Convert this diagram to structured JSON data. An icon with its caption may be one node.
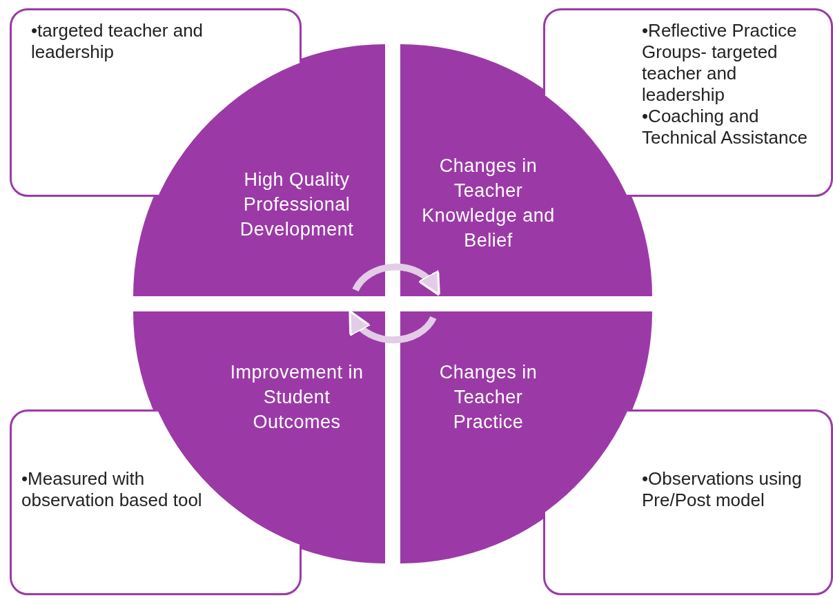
{
  "diagram": {
    "nodes": [
      {
        "text": [
          "•targeted teacher and leadership"
        ]
      },
      {
        "text": [
          "•Reflective Practice Groups- targeted teacher and leadership",
          "•Coaching and Technical Assistance"
        ]
      },
      {
        "text": [
          "High Quality Professional Development"
        ]
      },
      {
        "text": [
          "Changes in Teacher Knowledge and Belief"
        ]
      },
      {
        "text": [
          "Improvement in Student Outcomes"
        ]
      },
      {
        "text": [
          "Changes in Teacher Practice"
        ]
      },
      {
        "text": [
          "•Measured with observation based tool"
        ]
      },
      {
        "text": [
          "•Observations using Pre/Post model"
        ]
      }
    ],
    "edges": [
      {
        "from": 2,
        "to": 3,
        "arrow": "to"
      },
      {
        "from": 5,
        "to": 4,
        "arrow": "to"
      }
    ]
  }
}
